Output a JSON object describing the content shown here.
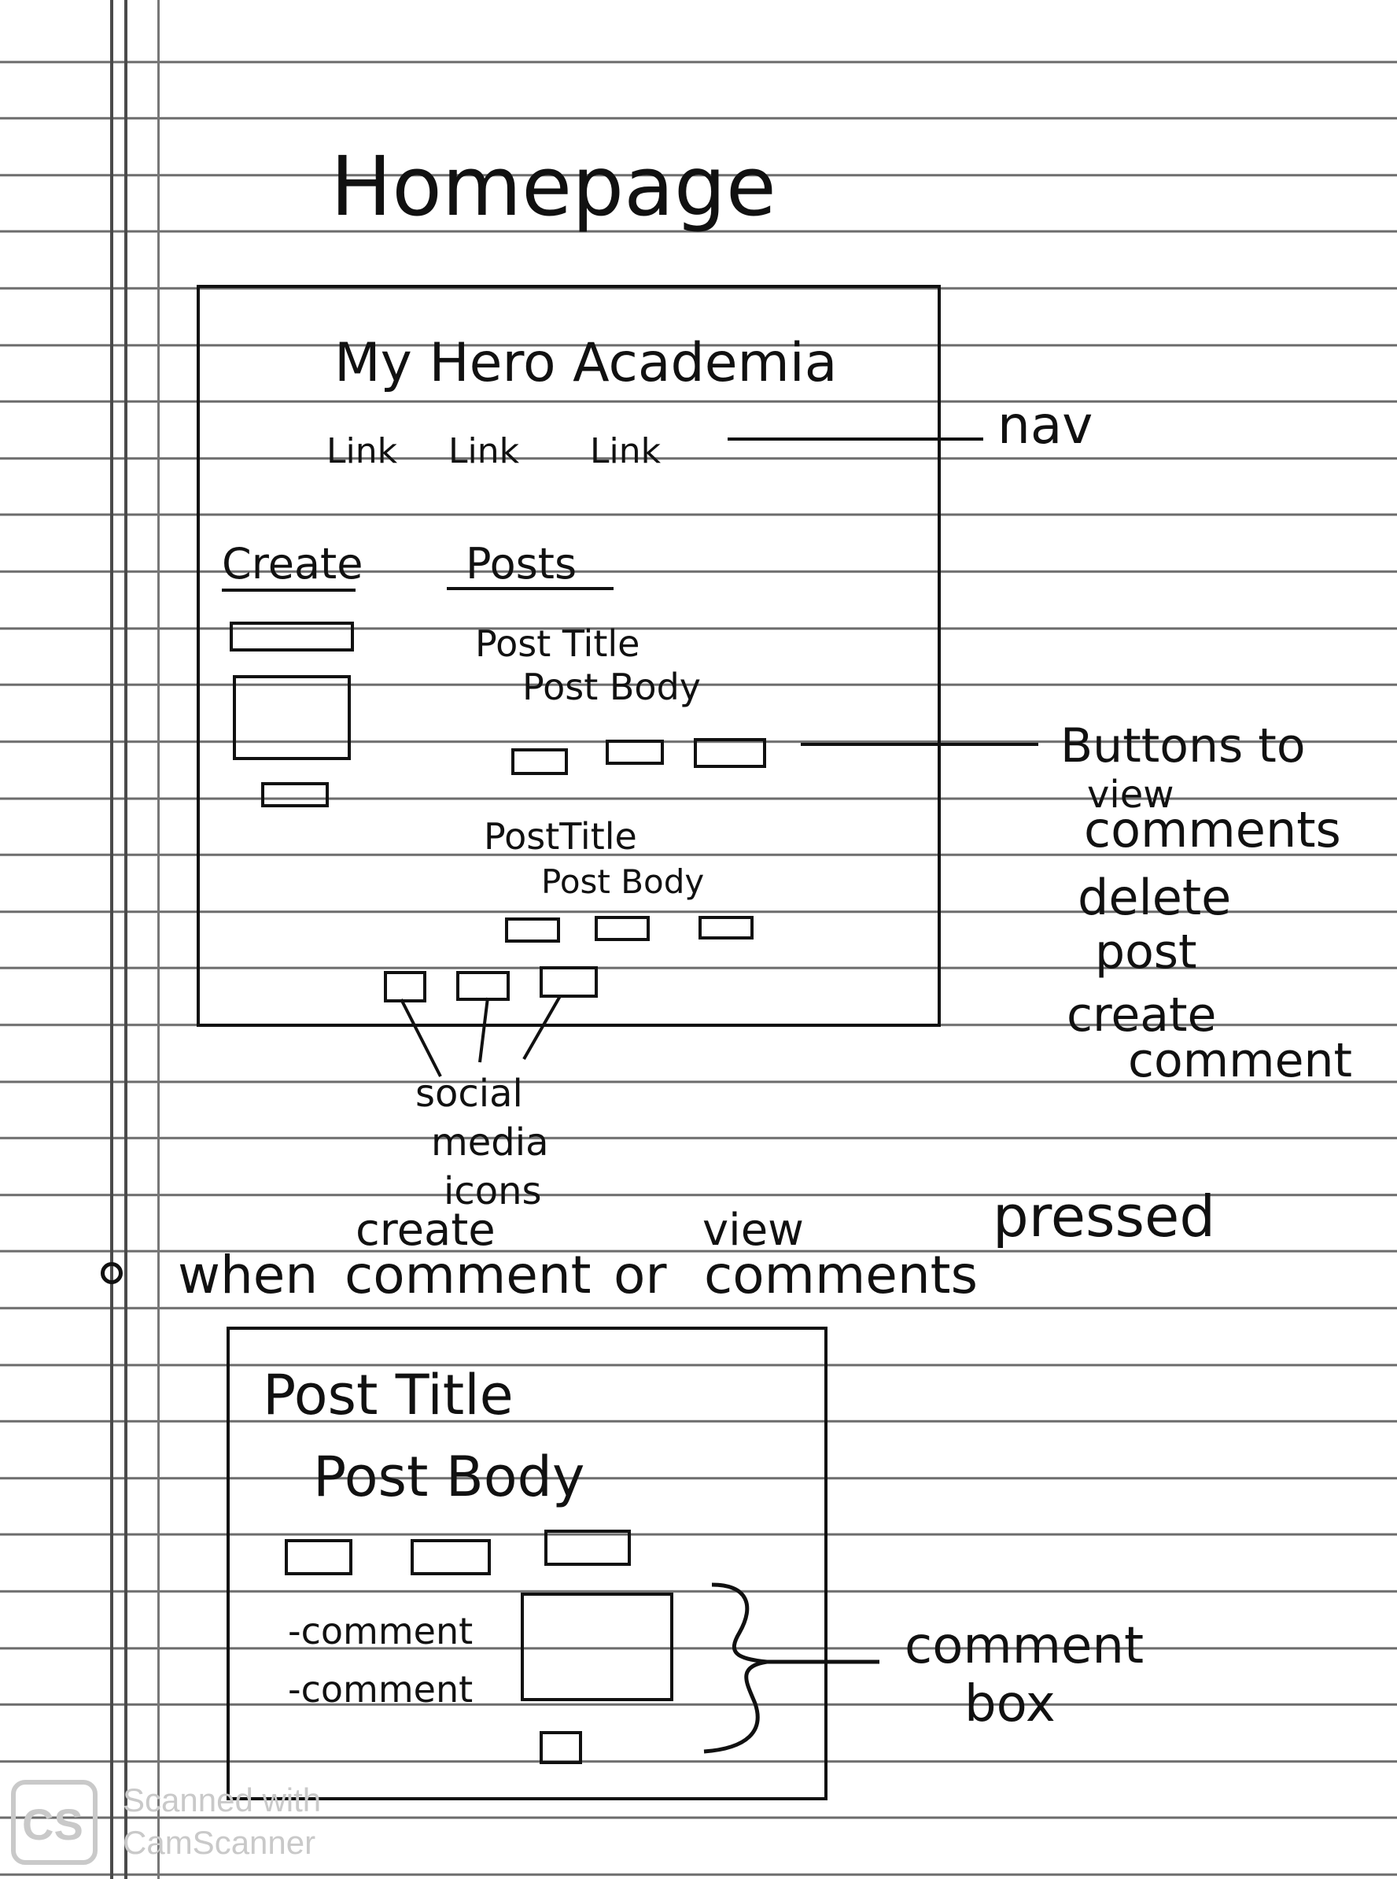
{
  "page_title": "Homepage",
  "homepage": {
    "site_title": "My Hero Academia",
    "nav_links": [
      "Link",
      "Link",
      "Link"
    ],
    "create_heading": "Create",
    "posts_heading": "Posts",
    "posts": [
      {
        "title": "Post Title",
        "body": "Post Body"
      },
      {
        "title": "PostTitle",
        "body": "Post Body"
      }
    ]
  },
  "annotations": {
    "nav": "nav",
    "buttons_lines": [
      "Buttons to",
      "view",
      "comments",
      "delete",
      "post",
      "create",
      "comment"
    ],
    "social_lines": [
      "social",
      "media",
      "icons"
    ],
    "comment_box_lines": [
      "comment",
      "box"
    ]
  },
  "note": {
    "when": "when",
    "comment": "comment",
    "create_above": "create",
    "or": "or",
    "comments": "comments",
    "view_above": "view",
    "pressed": "pressed"
  },
  "detail": {
    "post_title": "Post Title",
    "post_body": "Post Body",
    "comments": [
      "-comment",
      "-comment"
    ]
  },
  "watermark": {
    "logo": "CS",
    "line1": "Scanned with",
    "line2": "CamScanner"
  }
}
